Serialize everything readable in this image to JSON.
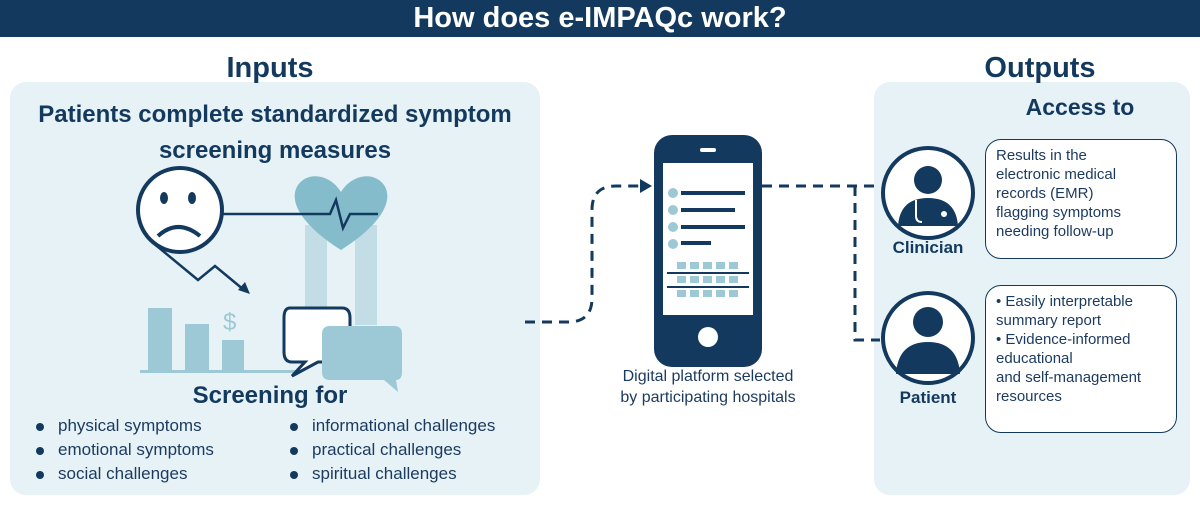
{
  "header": {
    "title": "How does e-IMPAQc work?"
  },
  "inputs": {
    "heading": "Inputs",
    "subheading_line1": "Patients complete standardized symptom",
    "subheading_line2": "screening measures",
    "screening_heading": "Screening for",
    "screening_items": [
      "physical symptoms",
      "emotional symptoms",
      "social challenges",
      "informational challenges",
      "practical challenges",
      "spiritual challenges"
    ],
    "dollar_glyph": "$"
  },
  "platform": {
    "caption_line1": "Digital platform selected",
    "caption_line2": "by participating hospitals"
  },
  "outputs": {
    "heading": "Outputs",
    "subheading": "Access to",
    "clinician": {
      "role": "Clinician",
      "lines": [
        "Results in the",
        "electronic medical",
        "records (EMR)",
        "flagging symptoms",
        "needing follow-up"
      ]
    },
    "patient": {
      "role": "Patient",
      "lines": [
        "•  Easily interpretable",
        "summary report",
        "• Evidence-informed",
        "educational",
        "and self-management",
        "resources"
      ]
    }
  },
  "colors": {
    "navy": "#133a5e",
    "light_blue": "#9dc9d6",
    "panel_bg": "#e6f2f6"
  }
}
